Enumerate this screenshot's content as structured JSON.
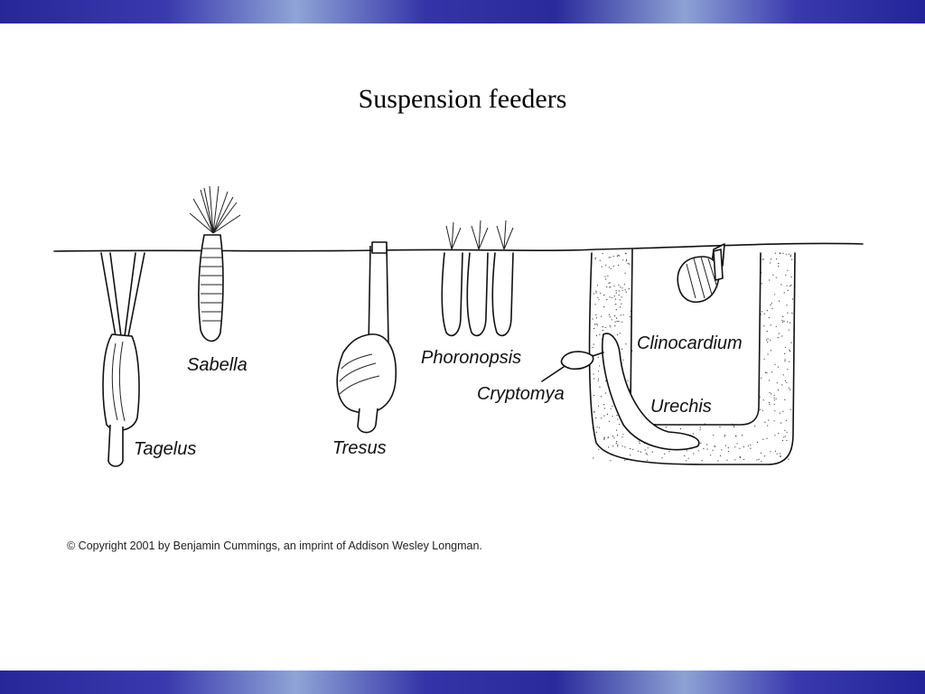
{
  "slide": {
    "title": "Suspension feeders",
    "copyright": "© Copyright 2001 by Benjamin Cummings, an imprint of Addison Wesley Longman."
  },
  "diagram": {
    "labels": {
      "sabella": "Sabella",
      "tagelus": "Tagelus",
      "tresus": "Tresus",
      "phoronopsis": "Phoronopsis",
      "cryptomya": "Cryptomya",
      "clinocardium": "Clinocardium",
      "urechis": "Urechis"
    }
  },
  "colors": {
    "band": "#2a2a9c",
    "ink": "#111111",
    "background": "#ffffff"
  }
}
